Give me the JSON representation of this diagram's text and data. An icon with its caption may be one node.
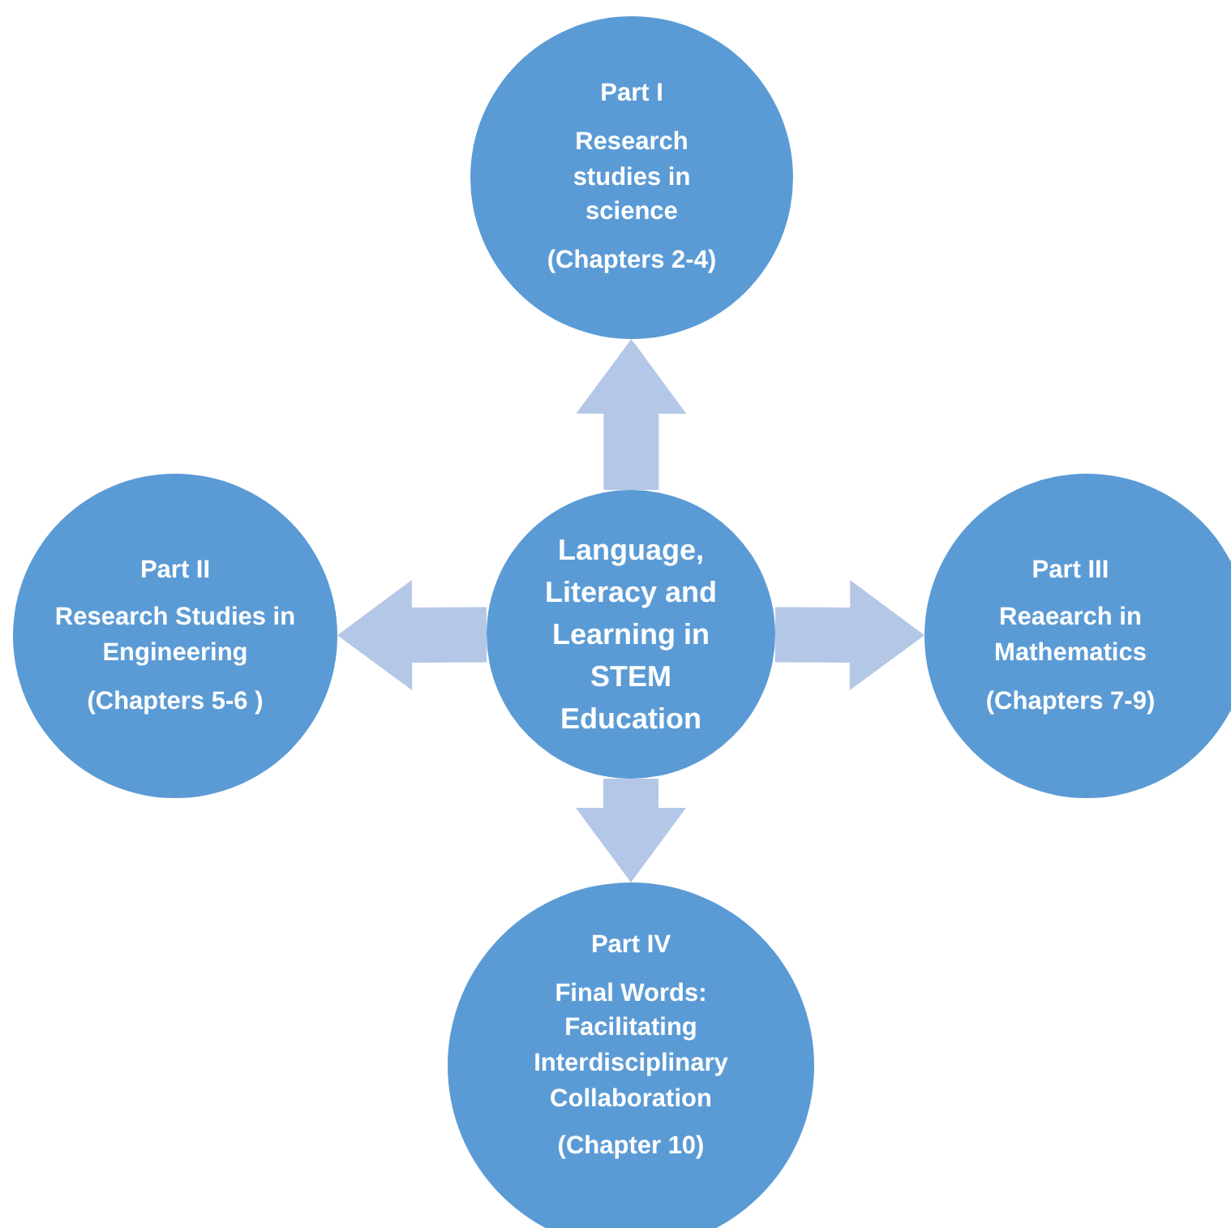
{
  "diagram": {
    "nodes": [
      {
        "text": [
          "Language, Literacy and Learning in STEM Education"
        ]
      },
      {
        "text": [
          "Part I",
          "Research studies in science",
          "(Chapters 2-4)"
        ]
      },
      {
        "text": [
          "Part II",
          "Research Studies in Engineering",
          "(Chapters 5-6 )"
        ]
      },
      {
        "text": [
          "Part III",
          "Reaearch in Mathematics",
          "(Chapters 7-9)"
        ]
      },
      {
        "text": [
          "Part IV",
          "Final Words: Facilitating Interdisciplinary Collaboration",
          "(Chapter 10)"
        ]
      }
    ],
    "edges": [
      {
        "from": 0,
        "to": 1,
        "arrow": "to"
      },
      {
        "from": 0,
        "to": 2,
        "arrow": "to"
      },
      {
        "from": 0,
        "to": 3,
        "arrow": "to"
      },
      {
        "from": 0,
        "to": 4,
        "arrow": "to"
      }
    ]
  }
}
